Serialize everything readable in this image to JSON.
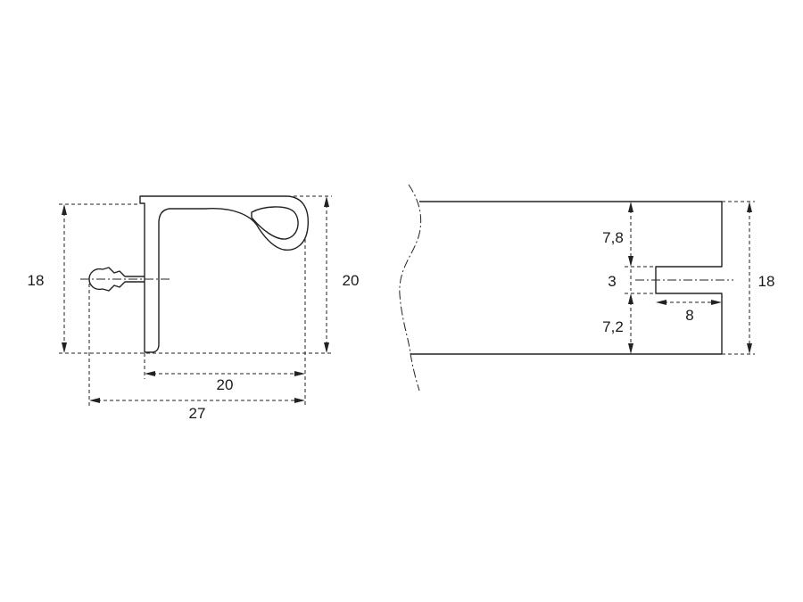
{
  "profile_view": {
    "height_left": "18",
    "height_right": "20",
    "width_inner": "20",
    "width_total": "27"
  },
  "groove_view": {
    "upper_depth": "7,8",
    "groove_height": "3",
    "lower_depth": "7,2",
    "groove_length": "8",
    "total_height": "18"
  }
}
